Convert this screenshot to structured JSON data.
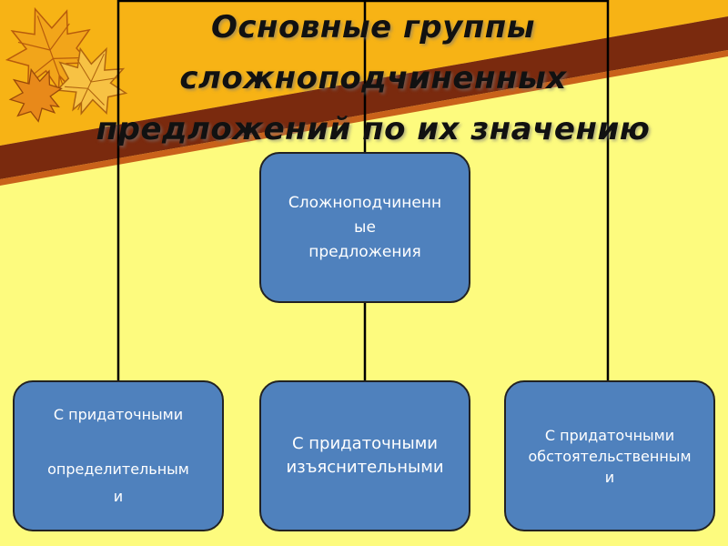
{
  "title_lines": [
    "Основные группы",
    "сложноподчиненных",
    "предложений по их значению"
  ],
  "root": {
    "label": "Сложноподчиненн\nые\nпредложения"
  },
  "children": [
    {
      "label": "С придаточными\n\nопределительным\nи"
    },
    {
      "label": "С придаточными\nизъяснительными"
    },
    {
      "label": "С придаточными\nобстоятельственным\nи"
    }
  ],
  "colors": {
    "background": "#fdfb7e",
    "banner_orange": "#f7b315",
    "banner_brown": "#7a2a0e",
    "node_fill": "#4f81bd",
    "node_border": "#222222",
    "connector": "#000000"
  }
}
